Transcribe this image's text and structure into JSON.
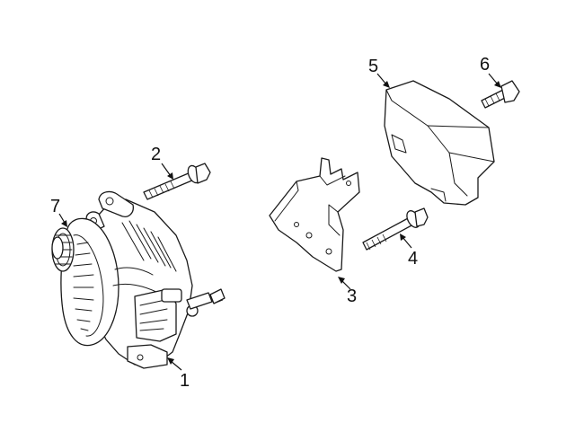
{
  "diagram": {
    "callouts": [
      {
        "id": "1",
        "label": "1",
        "part": "alternator"
      },
      {
        "id": "2",
        "label": "2",
        "part": "alternator-bolt"
      },
      {
        "id": "3",
        "label": "3",
        "part": "mounting-bracket"
      },
      {
        "id": "4",
        "label": "4",
        "part": "bracket-bolt"
      },
      {
        "id": "5",
        "label": "5",
        "part": "cover"
      },
      {
        "id": "6",
        "label": "6",
        "part": "cover-bolt"
      },
      {
        "id": "7",
        "label": "7",
        "part": "pulley"
      }
    ],
    "colors": {
      "line": "#1a1a1a",
      "background": "#ffffff"
    }
  }
}
